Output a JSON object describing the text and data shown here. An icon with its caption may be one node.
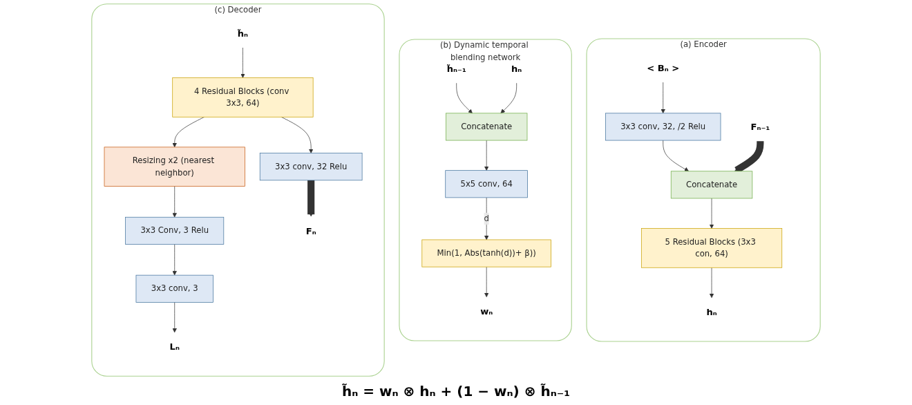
{
  "diagram": {
    "nodes": [
      {
        "text": [
          "(a) Encoder"
        ]
      },
      {
        "text": [
          "< Bₙ >"
        ],
        "in": 0
      },
      {
        "text": [
          "Fₙ₋₁"
        ],
        "in": 0
      },
      {
        "text": [
          "3x3 conv, 32, /2 Relu"
        ],
        "in": 0
      },
      {
        "text": [
          "Concatenate"
        ],
        "in": 0
      },
      {
        "text": [
          "5 Residual Blocks (3x3 con, 64)"
        ],
        "in": 0
      },
      {
        "text": [
          "hₙ"
        ],
        "in": 0
      },
      {
        "text": [
          "(b) Dynamic temporal blending network"
        ]
      },
      {
        "text": [
          "h̃ₙ₋₁"
        ],
        "in": 7
      },
      {
        "text": [
          "hₙ"
        ],
        "in": 7
      },
      {
        "text": [
          "Concatenate"
        ],
        "in": 7
      },
      {
        "text": [
          "5x5 conv, 64"
        ],
        "in": 7
      },
      {
        "text": [
          "Min(1, Abs(tanh(d))+ β))"
        ],
        "in": 7
      },
      {
        "text": [
          "wₙ"
        ],
        "in": 7
      },
      {
        "text": [
          "(c) Decoder"
        ]
      },
      {
        "text": [
          "h̃ₙ"
        ],
        "in": 14
      },
      {
        "text": [
          "4 Residual Blocks (conv 3x3, 64)"
        ],
        "in": 14
      },
      {
        "text": [
          "Resizing x2 (nearest neighbor)"
        ],
        "in": 14
      },
      {
        "text": [
          "3x3 conv, 32 Relu"
        ],
        "in": 14
      },
      {
        "text": [
          "3x3 Conv, 3 Relu"
        ],
        "in": 14
      },
      {
        "text": [
          "3x3 conv, 3"
        ],
        "in": 14
      },
      {
        "text": [
          "Lₙ"
        ],
        "in": 14
      },
      {
        "text": [
          "Fₙ"
        ],
        "in": 14
      }
    ],
    "edges": [
      {
        "from": 1,
        "to": 3,
        "arrow": "to"
      },
      {
        "from": 3,
        "to": 4,
        "arrow": "to"
      },
      {
        "from": 2,
        "to": 4,
        "arrow": "to",
        "style": "thick"
      },
      {
        "from": 4,
        "to": 5,
        "arrow": "to"
      },
      {
        "from": 5,
        "to": 6,
        "arrow": "to"
      },
      {
        "from": 8,
        "to": 10,
        "arrow": "to"
      },
      {
        "from": 9,
        "to": 10,
        "arrow": "to"
      },
      {
        "from": 10,
        "to": 11,
        "arrow": "to"
      },
      {
        "from": 11,
        "to": 12,
        "arrow": "to",
        "label": "d"
      },
      {
        "from": 12,
        "to": 13,
        "arrow": "to"
      },
      {
        "from": 15,
        "to": 16,
        "arrow": "to"
      },
      {
        "from": 16,
        "to": 17,
        "arrow": "to"
      },
      {
        "from": 16,
        "to": 18,
        "arrow": "to"
      },
      {
        "from": 17,
        "to": 19,
        "arrow": "to"
      },
      {
        "from": 19,
        "to": 20,
        "arrow": "to"
      },
      {
        "from": 20,
        "to": 21,
        "arrow": "to"
      },
      {
        "from": 18,
        "to": 22,
        "arrow": "to",
        "style": "thick"
      }
    ],
    "labels": [
      "h̃ₙ = wₙ ⊗ hₙ + (1 − wₙ) ⊗ h̃ₙ₋₁"
    ]
  }
}
